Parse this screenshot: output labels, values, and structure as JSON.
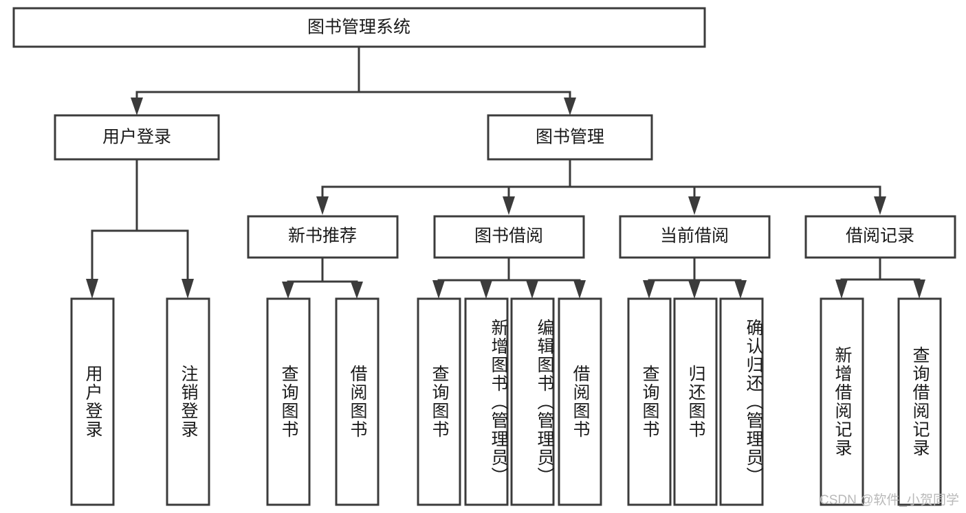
{
  "diagram": {
    "title": "图书管理系统",
    "watermark": "CSDN @软件_小贺同学",
    "line_color": "#3b3b3b",
    "box_fill": "#ffffff",
    "text_color": "#1a1a1a",
    "watermark_color": "#b9b9b9",
    "levels": {
      "root": {
        "label": "图书管理系统"
      },
      "level2": [
        {
          "label": "用户登录"
        },
        {
          "label": "图书管理"
        }
      ],
      "level3": [
        {
          "label": "新书推荐"
        },
        {
          "label": "图书借阅"
        },
        {
          "label": "当前借阅"
        },
        {
          "label": "借阅记录"
        }
      ],
      "leaves": {
        "user_login": [
          {
            "label": "用户登录"
          },
          {
            "label": "注销登录"
          }
        ],
        "new_book_recommend": [
          {
            "label": "查询图书"
          },
          {
            "label": "借阅图书"
          }
        ],
        "book_borrow": [
          {
            "label": "查询图书"
          },
          {
            "label": "新增图书（管理员）"
          },
          {
            "label": "编辑图书（管理员）"
          },
          {
            "label": "借阅图书"
          }
        ],
        "current_borrow": [
          {
            "label": "查询图书"
          },
          {
            "label": "归还图书"
          },
          {
            "label": "确认归还（管理员）"
          }
        ],
        "borrow_record": [
          {
            "label": "新增借阅记录"
          },
          {
            "label": "查询借阅记录"
          }
        ]
      }
    }
  },
  "chart_data": {
    "type": "table",
    "title": "图书管理系统",
    "nodes": [
      {
        "id": "root",
        "label": "图书管理系统",
        "level": 1,
        "parent": null
      },
      {
        "id": "user-login",
        "label": "用户登录",
        "level": 2,
        "parent": "root"
      },
      {
        "id": "book-manage",
        "label": "图书管理",
        "level": 2,
        "parent": "root"
      },
      {
        "id": "new-book",
        "label": "新书推荐",
        "level": 3,
        "parent": "book-manage"
      },
      {
        "id": "book-borrow",
        "label": "图书借阅",
        "level": 3,
        "parent": "book-manage"
      },
      {
        "id": "current-borrow",
        "label": "当前借阅",
        "level": 3,
        "parent": "book-manage"
      },
      {
        "id": "borrow-record",
        "label": "借阅记录",
        "level": 3,
        "parent": "book-manage"
      },
      {
        "id": "l-user-login",
        "label": "用户登录",
        "level": 3,
        "parent": "user-login"
      },
      {
        "id": "l-logout",
        "label": "注销登录",
        "level": 3,
        "parent": "user-login"
      },
      {
        "id": "l-nb-query",
        "label": "查询图书",
        "level": 4,
        "parent": "new-book"
      },
      {
        "id": "l-nb-borrow",
        "label": "借阅图书",
        "level": 4,
        "parent": "new-book"
      },
      {
        "id": "l-bb-query",
        "label": "查询图书",
        "level": 4,
        "parent": "book-borrow"
      },
      {
        "id": "l-bb-add",
        "label": "新增图书（管理员）",
        "level": 4,
        "parent": "book-borrow"
      },
      {
        "id": "l-bb-edit",
        "label": "编辑图书（管理员）",
        "level": 4,
        "parent": "book-borrow"
      },
      {
        "id": "l-bb-borrow",
        "label": "借阅图书",
        "level": 4,
        "parent": "book-borrow"
      },
      {
        "id": "l-cb-query",
        "label": "查询图书",
        "level": 4,
        "parent": "current-borrow"
      },
      {
        "id": "l-cb-return",
        "label": "归还图书",
        "level": 4,
        "parent": "current-borrow"
      },
      {
        "id": "l-cb-confirm",
        "label": "确认归还（管理员）",
        "level": 4,
        "parent": "current-borrow"
      },
      {
        "id": "l-br-add",
        "label": "新增借阅记录",
        "level": 4,
        "parent": "borrow-record"
      },
      {
        "id": "l-br-query",
        "label": "查询借阅记录",
        "level": 4,
        "parent": "borrow-record"
      }
    ]
  }
}
